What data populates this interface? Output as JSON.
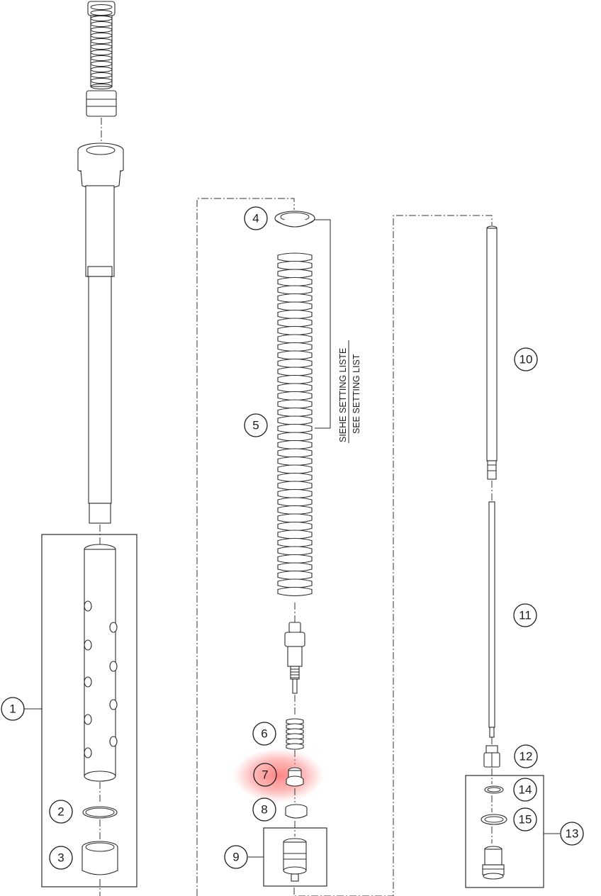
{
  "callouts": [
    {
      "id": "1",
      "label": "1"
    },
    {
      "id": "2",
      "label": "2"
    },
    {
      "id": "3",
      "label": "3"
    },
    {
      "id": "4",
      "label": "4"
    },
    {
      "id": "5",
      "label": "5"
    },
    {
      "id": "6",
      "label": "6"
    },
    {
      "id": "7",
      "label": "7",
      "highlighted": true
    },
    {
      "id": "8",
      "label": "8"
    },
    {
      "id": "9",
      "label": "9"
    },
    {
      "id": "10",
      "label": "10"
    },
    {
      "id": "11",
      "label": "11"
    },
    {
      "id": "12",
      "label": "12"
    },
    {
      "id": "13",
      "label": "13"
    },
    {
      "id": "14",
      "label": "14"
    },
    {
      "id": "15",
      "label": "15"
    }
  ],
  "setting_note": {
    "line_de": "SIEHE SETTING LISTE",
    "line_en": "SEE SETTING LIST"
  },
  "colors": {
    "line": "#2a2a2a",
    "highlight": "#ff5a5a"
  }
}
